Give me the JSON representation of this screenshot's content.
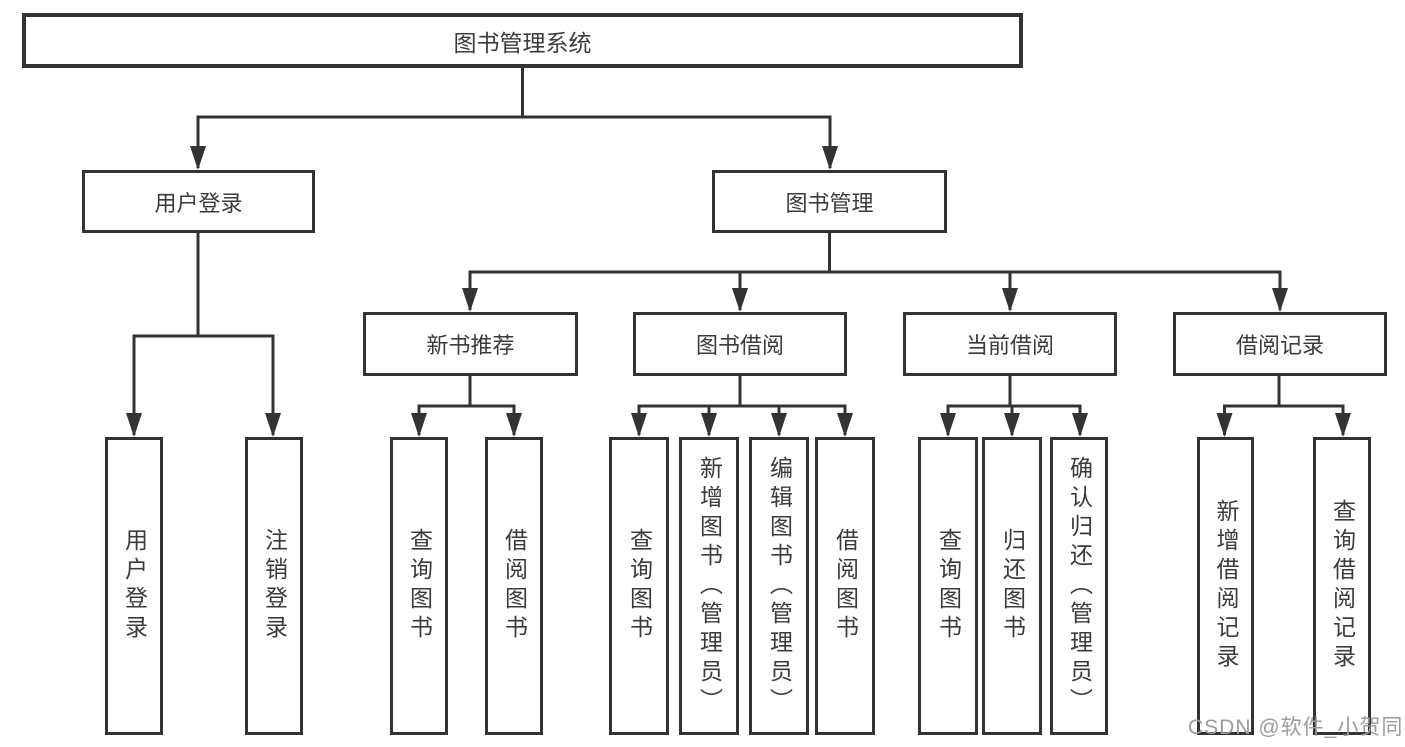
{
  "tree": {
    "root": "图书管理系统",
    "branches": [
      {
        "label": "用户登录",
        "leaves": [
          "用户登录",
          "注销登录"
        ]
      },
      {
        "label": "图书管理",
        "groups": [
          {
            "label": "新书推荐",
            "leaves": [
              "查询图书",
              "借阅图书"
            ]
          },
          {
            "label": "图书借阅",
            "leaves": [
              "查询图书",
              "新增图书（管理员）",
              "编辑图书（管理员）",
              "借阅图书"
            ]
          },
          {
            "label": "当前借阅",
            "leaves": [
              "查询图书",
              "归还图书",
              "确认归还（管理员）"
            ]
          },
          {
            "label": "借阅记录",
            "leaves": [
              "新增借阅记录",
              "查询借阅记录"
            ]
          }
        ]
      }
    ]
  },
  "watermark": "CSDN @软件_小贺同学",
  "colors": {
    "line": "#333333",
    "text": "#3b3b3b",
    "watermark": "#9b9b9b",
    "background": "#ffffff"
  }
}
